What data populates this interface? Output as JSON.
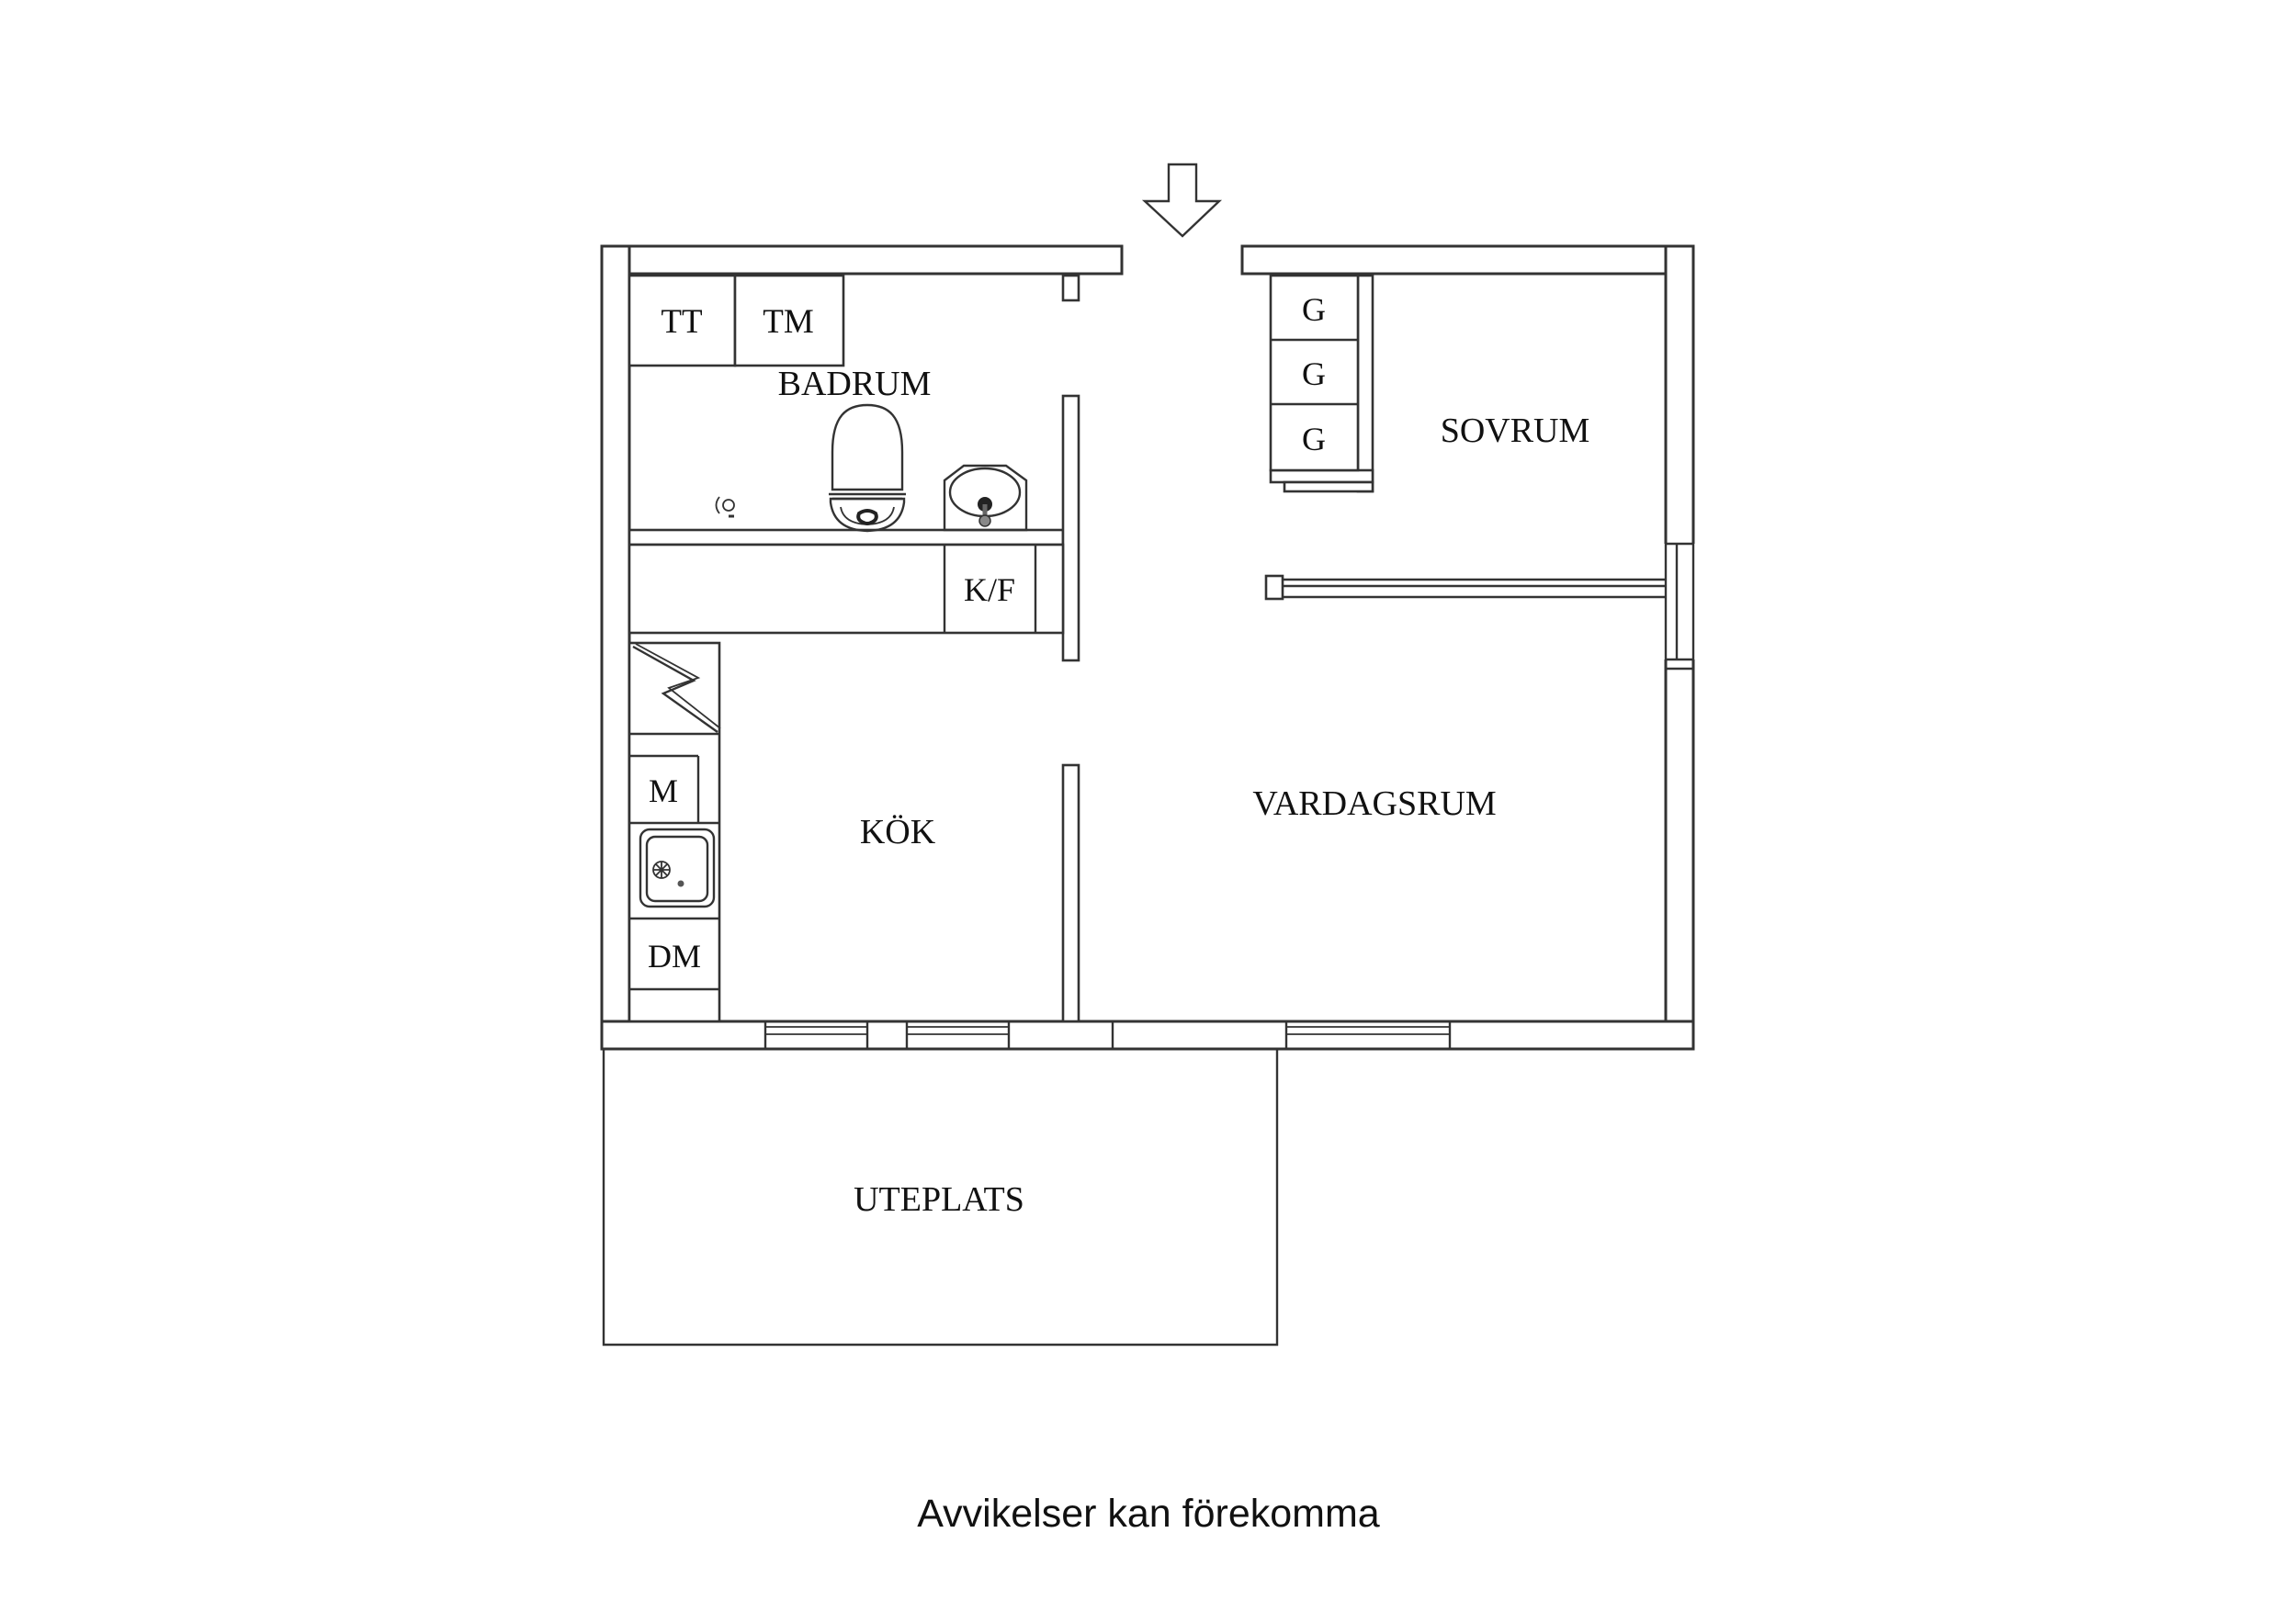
{
  "floorplan": {
    "caption": "Avvikelser kan förekomma",
    "rooms": {
      "badrum": {
        "label": "BADRUM"
      },
      "sovrum": {
        "label": "SOVRUM"
      },
      "kok": {
        "label": "KÖK"
      },
      "vardagsrum": {
        "label": "VARDAGSRUM"
      },
      "uteplats": {
        "label": "UTEPLATS"
      }
    },
    "fixtures": {
      "tt": "TT",
      "tm": "TM",
      "kf": "K/F",
      "m": "M",
      "dm": "DM"
    },
    "closets": [
      "G",
      "G",
      "G"
    ],
    "icons": {
      "entry": "entry-arrow-icon",
      "toilet": "toilet-icon",
      "bathroom_sink": "bathroom-sink-icon",
      "kitchen_sink": "kitchen-sink-icon",
      "stove": "stove-zigzag-icon",
      "floor_drain": "floor-drain-icon"
    },
    "colors": {
      "line": "#333333",
      "text": "#111111",
      "background": "#ffffff"
    }
  }
}
